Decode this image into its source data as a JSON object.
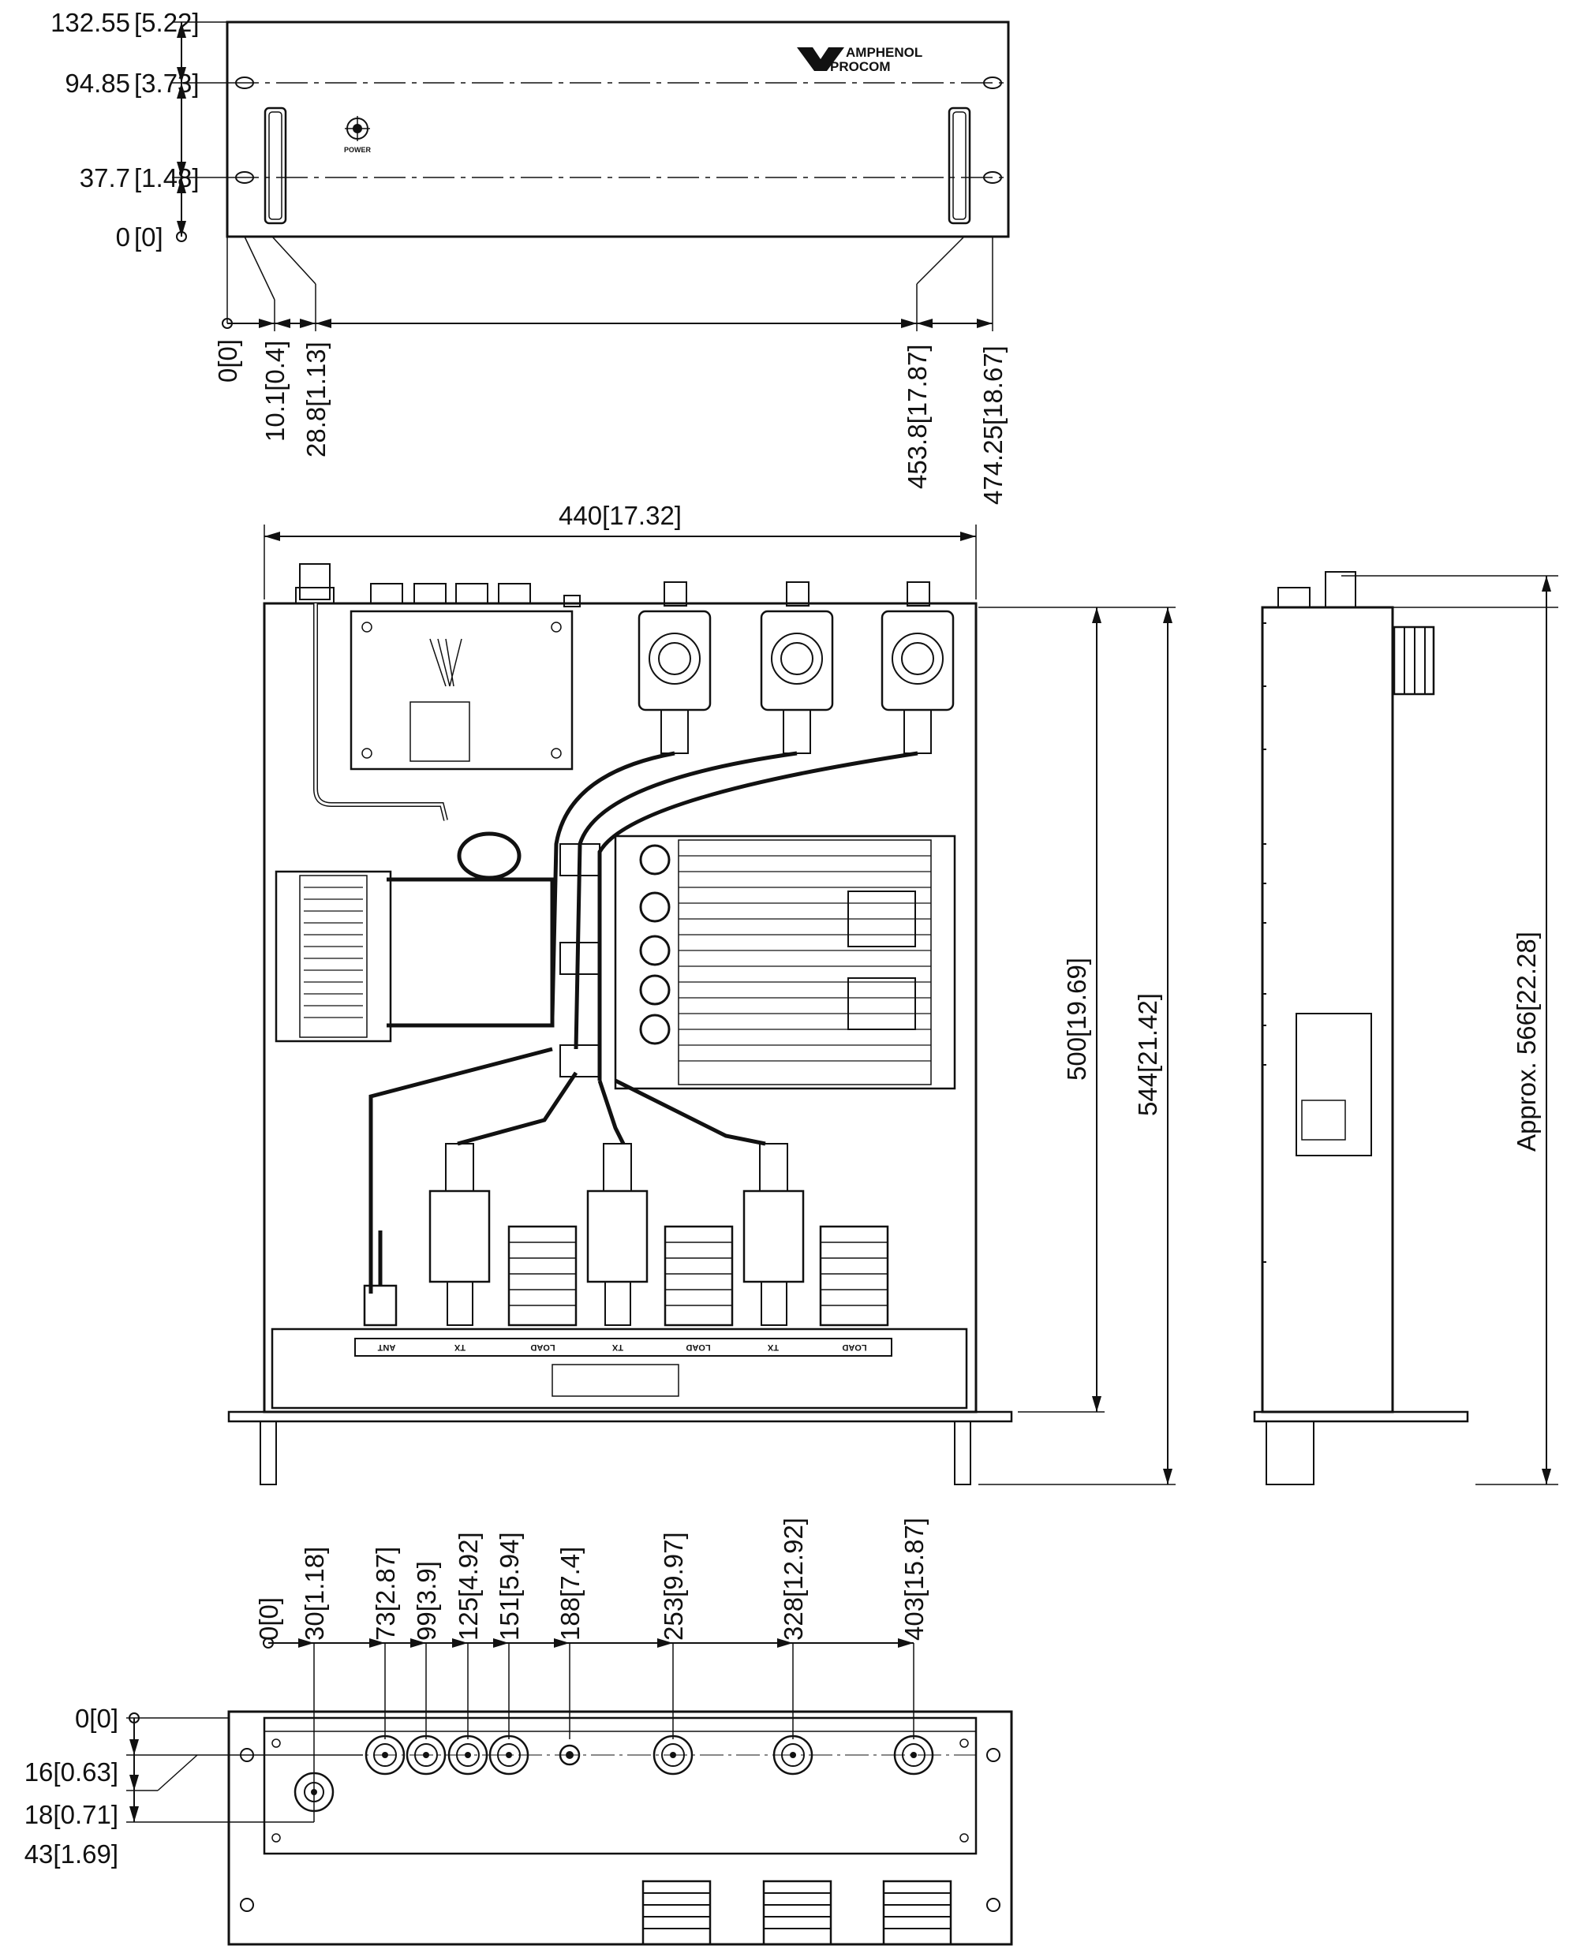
{
  "front_view": {
    "logo": "AMPHENOL PROCOM",
    "power_label": "POWER",
    "vertical_dims": [
      "132.55",
      "[5.22]",
      "94.85",
      "[3.73]",
      "37.7",
      "[1.48]",
      "0",
      "[0]"
    ],
    "horizontal_dims": [
      "0",
      "[0]",
      "10.1",
      "[0.4]",
      "28.8",
      "[1.13]",
      "453.8",
      "[17.87]",
      "474.25",
      "[18.67]"
    ]
  },
  "top_view": {
    "width_dim": "440",
    "width_dim_in": "[17.32]",
    "depth_dim_1": "500",
    "depth_dim_1_in": "[19.69]",
    "depth_dim_2": "544",
    "depth_dim_2_in": "[21.42]",
    "port_labels": [
      "ANT",
      "TX",
      "LOAD",
      "TX",
      "LOAD",
      "TX",
      "LOAD"
    ]
  },
  "side_view": {
    "length_dim": "Approx. 566",
    "length_dim_in": "[22.28]"
  },
  "rear_view": {
    "horizontal_dims": [
      {
        "mm": "0",
        "in": "[0]"
      },
      {
        "mm": "30",
        "in": "[1.18]"
      },
      {
        "mm": "73",
        "in": "[2.87]"
      },
      {
        "mm": "99",
        "in": "[3.9]"
      },
      {
        "mm": "125",
        "in": "[4.92]"
      },
      {
        "mm": "151",
        "in": "[5.94]"
      },
      {
        "mm": "188",
        "in": "[7.4]"
      },
      {
        "mm": "253",
        "in": "[9.97]"
      },
      {
        "mm": "328",
        "in": "[12.92]"
      },
      {
        "mm": "403",
        "in": "[15.87]"
      }
    ],
    "vertical_dims": [
      "0",
      "[0]",
      "16",
      "[0.63]",
      "18",
      "[0.71]",
      "43",
      "[1.69]"
    ]
  }
}
